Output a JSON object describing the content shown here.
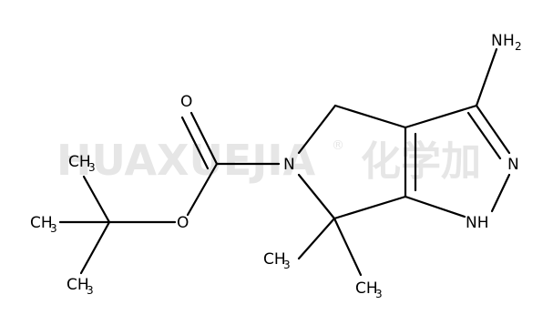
{
  "watermark": {
    "latin": "HUAXUEJIA",
    "registered": "®",
    "chinese": "化学加"
  },
  "atoms": {
    "amine_N": "N",
    "amine_H": "H",
    "amine_sub": "2",
    "ring_N_pyrazole": "N",
    "ring_NH": "NH",
    "ring_N_pyrrolidine": "N",
    "carbonyl_O": "O",
    "ester_O": "O",
    "methyl_top": "CH",
    "methyl_top_sub": "3",
    "methyl_left": "CH",
    "methyl_left_sub": "3",
    "methyl_bottom": "CH",
    "methyl_bottom_sub": "3",
    "gem_methyl_1": "CH",
    "gem_methyl_1_sub": "3",
    "gem_methyl_2": "CH",
    "gem_methyl_2_sub": "3"
  }
}
